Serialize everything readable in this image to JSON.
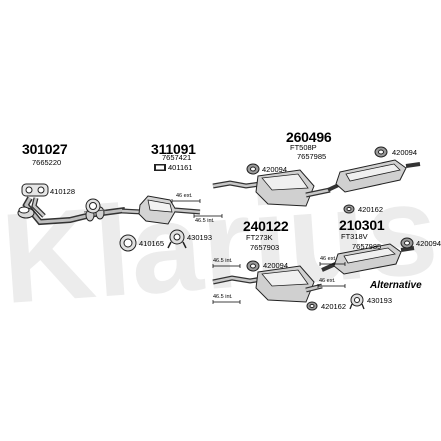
{
  "watermark": "Klarius",
  "groups": [
    {
      "part_number": "301027",
      "ref": "7665220"
    },
    {
      "part_number": "311091",
      "ref": "7657421",
      "code": "401161"
    },
    {
      "part_number": "260496",
      "ref": "7657985",
      "code": "FT508P"
    },
    {
      "part_number": "240122",
      "ref": "7657903",
      "code": "FT273K"
    },
    {
      "part_number": "210301",
      "ref": "7657985",
      "code": "FT318V"
    }
  ],
  "fittings": [
    {
      "code": "410128"
    },
    {
      "code": "410165"
    },
    {
      "code": "430193"
    },
    {
      "code": "420094"
    },
    {
      "code": "420094"
    },
    {
      "code": "420162"
    },
    {
      "code": "420094"
    },
    {
      "code": "420094"
    },
    {
      "code": "420162"
    },
    {
      "code": "430193"
    }
  ],
  "dimensions": [
    "46 ext.",
    "46.5 int.",
    "46 ext.",
    "46.5 int.",
    "46 ext.",
    "46.5 int."
  ],
  "alternative_label": "Alternative"
}
